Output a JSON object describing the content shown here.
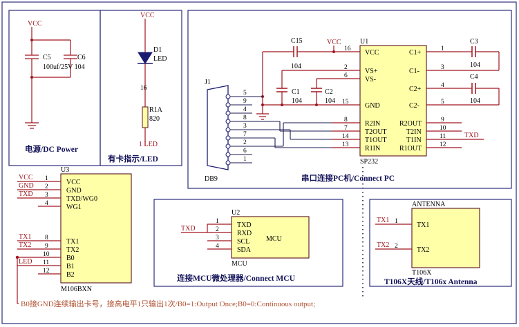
{
  "panels": {
    "power": {
      "title": "电源/DC Power",
      "cap1": "C5",
      "cap2": "C6",
      "cap_value": "100uf/25V 104",
      "vcc": "VCC"
    },
    "led": {
      "title": "有卡指示/LED",
      "vcc": "VCC",
      "diode": "D1",
      "diode_label": "LED",
      "resistor": "R1A",
      "resistor_value": "820",
      "pin16": "16",
      "led_net": "1 LED"
    },
    "serial": {
      "title": "串口连接PC机/Connect PC",
      "chip_ref": "U1",
      "chip_name": "SP232",
      "vcc": "VCC",
      "left_pins": [
        {
          "num": "16",
          "name": "VCC"
        },
        {
          "num": "2",
          "name": "VS+"
        },
        {
          "num": "6",
          "name": "VS-"
        },
        {
          "num": "15",
          "name": "GND"
        },
        {
          "num": "8",
          "name": "R2IN"
        },
        {
          "num": "7",
          "name": "T2OUT"
        },
        {
          "num": "14",
          "name": "T1OUT"
        },
        {
          "num": "13",
          "name": "R1IN"
        }
      ],
      "right_pins": [
        {
          "num": "1",
          "name": "C1+"
        },
        {
          "num": "3",
          "name": "C1-"
        },
        {
          "num": "4",
          "name": "C2+"
        },
        {
          "num": "5",
          "name": "C2-"
        },
        {
          "num": "9",
          "name": "R2OUT"
        },
        {
          "num": "10",
          "name": "T2IN"
        },
        {
          "num": "11",
          "name": "T1IN"
        },
        {
          "num": "12",
          "name": "R1OUT"
        }
      ],
      "caps": [
        {
          "ref": "C15",
          "value": "104"
        },
        {
          "ref": "C1",
          "value": "104"
        },
        {
          "ref": "C2",
          "value": "104"
        },
        {
          "ref": "C3",
          "value": "104"
        },
        {
          "ref": "C4",
          "value": "104"
        }
      ],
      "connector_ref": "J1",
      "connector_name": "DB9",
      "connector_pins": [
        "5",
        "9",
        "4",
        "8",
        "3",
        "7",
        "2",
        "6",
        "1"
      ],
      "txd": "TXD"
    },
    "u3": {
      "ref": "U3",
      "name": "M106BXN",
      "pins": [
        {
          "num": "1",
          "name": "VCC",
          "net": "VCC"
        },
        {
          "num": "2",
          "name": "GND",
          "net": "GND"
        },
        {
          "num": "3",
          "name": "TXD/WG0",
          "net": "TXD"
        },
        {
          "num": "4",
          "name": "WG1",
          "net": ""
        },
        {
          "num": "8",
          "name": "TX1",
          "net": "TX1"
        },
        {
          "num": "9",
          "name": "TX2",
          "net": "TX2"
        },
        {
          "num": "10",
          "name": "B0",
          "net": ""
        },
        {
          "num": "11",
          "name": "B1",
          "net": "LED"
        },
        {
          "num": "12",
          "name": "B2",
          "net": ""
        }
      ]
    },
    "mcu": {
      "title": "连接MCU微处理器/Connect MCU",
      "ref": "U2",
      "name": "MCU",
      "footer": "MCU",
      "txd": "TXD",
      "pins": [
        {
          "num": "1",
          "name": "TXD"
        },
        {
          "num": "2",
          "name": "RXD"
        },
        {
          "num": "3",
          "name": "SCL"
        },
        {
          "num": "4",
          "name": "SDA"
        }
      ]
    },
    "antenna": {
      "title": "T106X天线/T106x Antenna",
      "ref": "ANTENNA",
      "name": "T106X",
      "pins": [
        {
          "num": "1",
          "name": "TX1",
          "net": "TX1"
        },
        {
          "num": "2",
          "name": "TX2",
          "net": "TX2"
        }
      ]
    }
  },
  "note": "B0接GND连续输出卡号，接高电平1只输出1次/B0=1:Output Once;B0=0:Continuous output;",
  "colors": {
    "wire": "#a0141e",
    "chip_fill": "#ffffa8",
    "panel_border": "#2b2d7c",
    "title": "#13135a"
  }
}
